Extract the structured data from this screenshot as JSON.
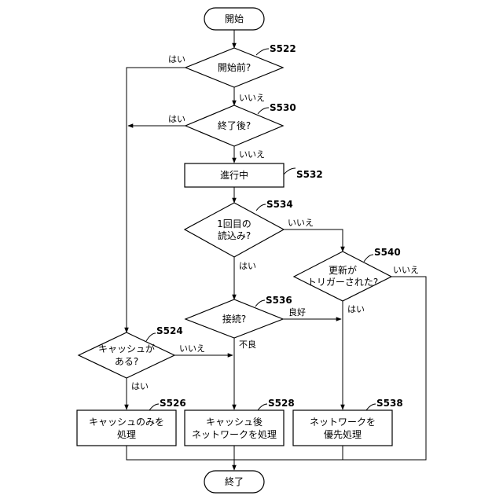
{
  "terminals": {
    "start": "開始",
    "end": "終了"
  },
  "decisions": {
    "before_start": "開始前?",
    "after_end": "終了後?",
    "first_read_line1": "1回目の",
    "first_read_line2": "読込み?",
    "update_line1": "更新が",
    "update_line2": "トリガーされた?",
    "connection": "接続?",
    "cache_line1": "キャッシュが",
    "cache_line2": "ある?"
  },
  "processes": {
    "in_progress": "進行中",
    "cache_only_line1": "キャッシュのみを",
    "cache_only_line2": "処理",
    "cache_then_net_line1": "キャッシュ後",
    "cache_then_net_line2": "ネットワークを処理",
    "net_priority_line1": "ネットワークを",
    "net_priority_line2": "優先処理"
  },
  "steps": {
    "s522": "S522",
    "s530": "S530",
    "s532": "S532",
    "s534": "S534",
    "s540": "S540",
    "s536": "S536",
    "s524": "S524",
    "s526": "S526",
    "s528": "S528",
    "s538": "S538"
  },
  "edge_labels": {
    "yes_s522": "はい",
    "no_s522": "いいえ",
    "yes_s530": "はい",
    "no_s530": "いいえ",
    "no_s534": "いいえ",
    "yes_s534": "はい",
    "no_s540": "いいえ",
    "yes_s540": "はい",
    "good_s536": "良好",
    "bad_s536": "不良",
    "no_s524": "いいえ",
    "yes_s524": "はい"
  }
}
